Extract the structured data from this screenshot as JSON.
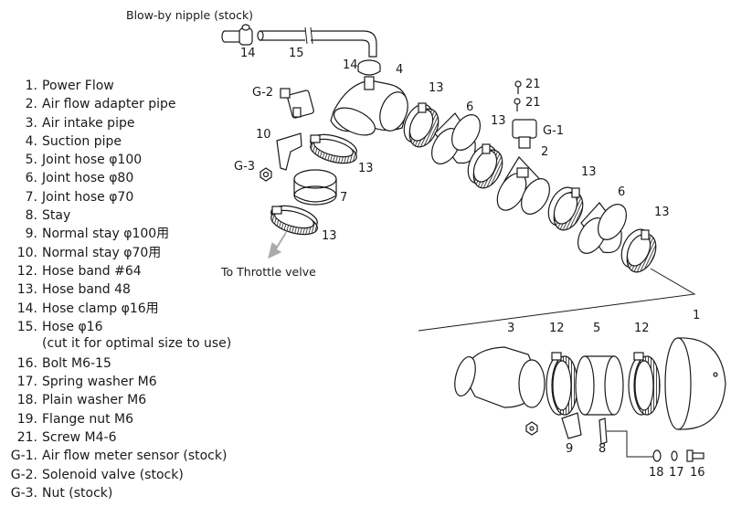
{
  "parts": [
    {
      "num": "1.",
      "text": "Power Flow"
    },
    {
      "num": "2.",
      "text": "Air flow adapter pipe"
    },
    {
      "num": "3.",
      "text": "Air intake pipe"
    },
    {
      "num": "4.",
      "text": "Suction pipe"
    },
    {
      "num": "5.",
      "text": "Joint hose  φ100"
    },
    {
      "num": "6.",
      "text": "Joint hose  φ80"
    },
    {
      "num": "7.",
      "text": "Joint hose  φ70"
    },
    {
      "num": "8.",
      "text": "Stay"
    },
    {
      "num": "9.",
      "text": "Normal stay  φ100用"
    },
    {
      "num": "10.",
      "text": "Normal stay  φ70用"
    },
    {
      "num": "12.",
      "text": "Hose band  #64"
    },
    {
      "num": "13.",
      "text": "Hose band  48"
    },
    {
      "num": "14.",
      "text": "Hose clamp  φ16用"
    },
    {
      "num": "15.",
      "text": "Hose  φ16",
      "sub": "(cut it for optimal size to use)"
    },
    {
      "num": "16.",
      "text": "Bolt  M6-15"
    },
    {
      "num": "17.",
      "text": "Spring washer  M6"
    },
    {
      "num": "18.",
      "text": "Plain washer  M6"
    },
    {
      "num": "19.",
      "text": "Flange nut  M6"
    },
    {
      "num": "21.",
      "text": "Screw  M4-6"
    },
    {
      "num": "G-1.",
      "text": "Air flow meter sensor (stock)"
    },
    {
      "num": "G-2.",
      "text": "Solenoid valve (stock)"
    },
    {
      "num": "G-3.",
      "text": "Nut (stock)"
    }
  ],
  "diagram": {
    "blowby_caption": "Blow-by nipple (stock)",
    "throttle_caption": "To Throttle velve",
    "callouts": {
      "c14a": "14",
      "c15": "15",
      "c14b": "14",
      "c4": "4",
      "g2": "G-2",
      "c10": "10",
      "g3": "G-3",
      "c13a": "13",
      "c7": "7",
      "c13b": "13",
      "c13c": "13",
      "c6a": "6",
      "c13d": "13",
      "c21a": "21",
      "c21b": "21",
      "g1": "G-1",
      "c2": "2",
      "c13e": "13",
      "c6b": "6",
      "c13f": "13",
      "c3": "3",
      "c12a": "12",
      "c5": "5",
      "c12b": "12",
      "c1": "1",
      "c9": "9",
      "c8": "8",
      "c18": "18",
      "c17": "17",
      "c16": "16"
    }
  }
}
